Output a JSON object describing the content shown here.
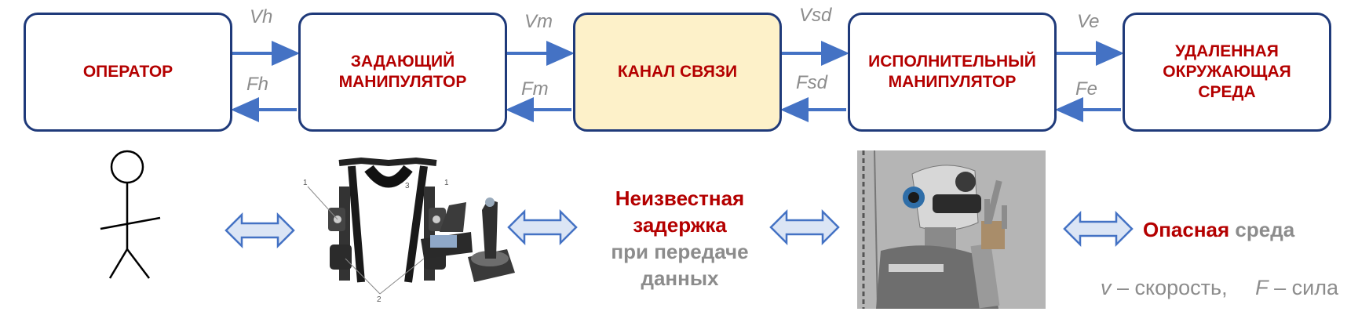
{
  "blocks": {
    "operator": "ОПЕРАТОР",
    "master": "ЗАДАЮЩИЙ\nМАНИПУЛЯТОР",
    "channel": "КАНАЛ СВЯЗИ",
    "slave": "ИСПОЛНИТЕЛЬНЫЙ\nМАНИПУЛЯТОР",
    "environment": "УДАЛЕННАЯ\nОКРУЖАЮЩАЯ\nСРЕДА"
  },
  "signals": {
    "vh": "Vh",
    "fh": "Fh",
    "vm": "Vm",
    "fm": "Fm",
    "vsd": "Vsd",
    "fsd": "Fsd",
    "ve": "Ve",
    "fe": "Fe"
  },
  "delay": {
    "line1": "Неизвестная",
    "line2": "задержка",
    "line3": "при передаче",
    "line4": "данных"
  },
  "danger": {
    "red": "Опасная",
    "grey": "среда"
  },
  "legend": {
    "v_symbol": "v",
    "v_text": " – скорость,",
    "f_symbol": "F",
    "f_text": " – сила"
  },
  "exo_labels": {
    "a": "1",
    "b": "1",
    "c": "2",
    "d": "3"
  },
  "colors": {
    "box_border": "#1f3a7a",
    "arrow": "#4472c4",
    "label_red": "#b40000",
    "label_grey": "#8c8c8c",
    "channel_fill": "#fdf1c9",
    "double_arrow_fill": "#dbe5f5"
  }
}
